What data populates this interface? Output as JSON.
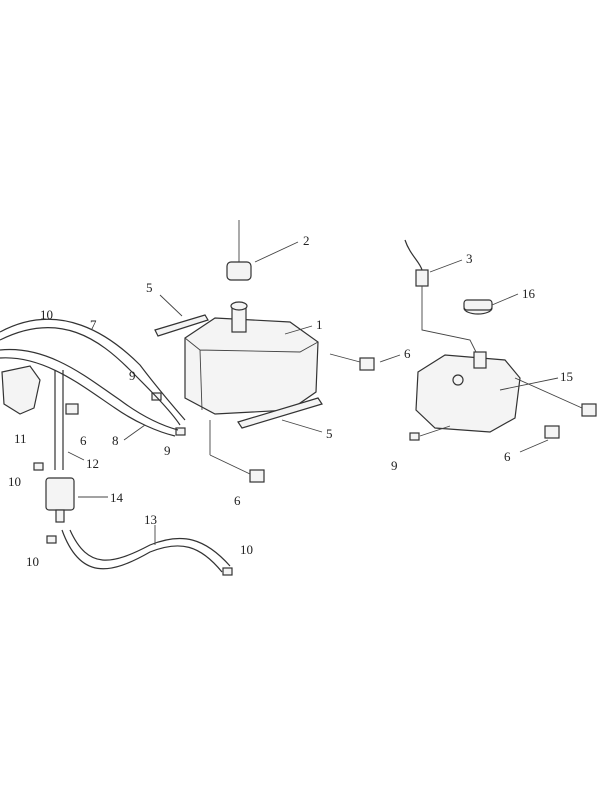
{
  "diagram": {
    "callouts": [
      {
        "id": "c2",
        "text": "2"
      },
      {
        "id": "c3",
        "text": "3"
      },
      {
        "id": "c16",
        "text": "16"
      },
      {
        "id": "c5a",
        "text": "5"
      },
      {
        "id": "c1",
        "text": "1"
      },
      {
        "id": "c10a",
        "text": "10"
      },
      {
        "id": "c7",
        "text": "7"
      },
      {
        "id": "c6a",
        "text": "6"
      },
      {
        "id": "c15",
        "text": "15"
      },
      {
        "id": "c9a",
        "text": "9"
      },
      {
        "id": "c5b",
        "text": "5"
      },
      {
        "id": "c11",
        "text": "11"
      },
      {
        "id": "c6b",
        "text": "6"
      },
      {
        "id": "c8",
        "text": "8"
      },
      {
        "id": "c9b",
        "text": "9"
      },
      {
        "id": "c9c",
        "text": "9"
      },
      {
        "id": "c6c",
        "text": "6"
      },
      {
        "id": "c10b",
        "text": "10"
      },
      {
        "id": "c12",
        "text": "12"
      },
      {
        "id": "c14",
        "text": "14"
      },
      {
        "id": "c6d",
        "text": "6"
      },
      {
        "id": "c13",
        "text": "13"
      },
      {
        "id": "c10c",
        "text": "10"
      },
      {
        "id": "c10d",
        "text": "10"
      }
    ]
  }
}
